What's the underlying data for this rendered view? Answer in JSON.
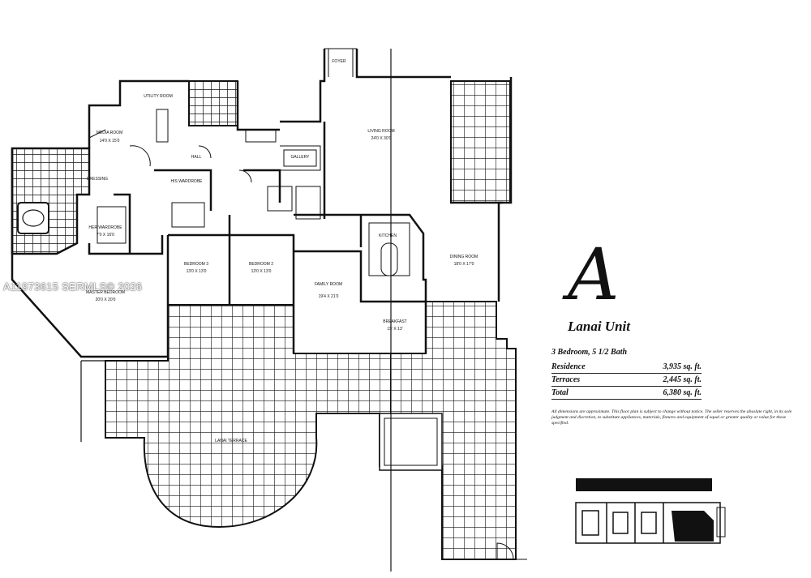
{
  "rooms": {
    "foyer": "FOYER",
    "utility": "UTILITY ROOM",
    "media": "MEDIA ROOM",
    "media_dims": "14'0 X 15'0",
    "hall": "HALL",
    "gallery": "GALLERY",
    "living": "LIVING ROOM",
    "living_dims": "24'0 X 30'0",
    "dressing": "DRESSING",
    "his_wardrobe": "HIS WARDROBE",
    "her_wardrobe": "HER WARDROBE",
    "her_dims": "7'0 X 16'0",
    "kitchen": "KITCHEN",
    "dining": "DINING ROOM",
    "dining_dims": "18'0 X 17'0",
    "bedroom3": "BEDROOM 3",
    "bedroom3_dims": "13'0 X 13'0",
    "bedroom2": "BEDROOM 2",
    "bedroom2_dims": "13'0 X 13'0",
    "master": "MASTER BEDROOM",
    "master_dims": "20'0 X 20'0",
    "family": "FAMILY ROOM",
    "family_dims": "19'4 X 21'0",
    "breakfast": "BREAKFAST",
    "breakfast_dims": "15' X 13'",
    "terrace": "LANAI TERRACE"
  },
  "unit": {
    "letter": "A",
    "name": "Lanai Unit",
    "summary": "3 Bedroom, 5 1/2 Bath",
    "residence_label": "Residence",
    "residence_value": "3,935 sq. ft.",
    "terraces_label": "Terraces",
    "terraces_value": "2,445 sq. ft.",
    "total_label": "Total",
    "total_value": "6,380 sq. ft."
  },
  "disclaimer": "All dimensions are approximate. This floor plan is subject to change without notice. The seller reserves the absolute right, in its sole judgment and discretion, to substitute appliances, materials, fixtures and equipment of equal or greater quality or value for those specified.",
  "watermark": "A11973615 SERMLS© 2026"
}
